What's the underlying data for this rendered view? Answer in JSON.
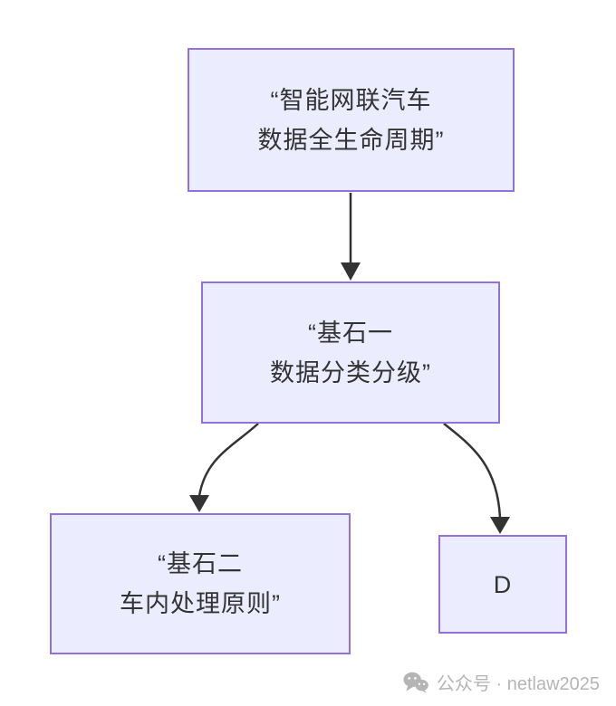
{
  "diagram": {
    "type": "flowchart",
    "direction": "top-down",
    "colors": {
      "node_fill": "#ececff",
      "node_border": "#9370db",
      "node_text": "#333333",
      "arrow": "#333333",
      "background": "#ffffff"
    },
    "nodes": [
      {
        "id": "A",
        "lines": [
          "“智能网联汽车",
          "数据全生命周期”"
        ]
      },
      {
        "id": "B",
        "lines": [
          "“基石一",
          "数据分类分级”"
        ]
      },
      {
        "id": "C",
        "lines": [
          "“基石二",
          "车内处理原则”"
        ]
      },
      {
        "id": "D",
        "lines": [
          "D"
        ]
      }
    ],
    "edges": [
      {
        "from": "A",
        "to": "B"
      },
      {
        "from": "B",
        "to": "C"
      },
      {
        "from": "B",
        "to": "D"
      }
    ]
  },
  "watermark": {
    "icon": "wechat-icon",
    "label": "公众号 · netlaw2025",
    "color": "#b5b5b5"
  }
}
